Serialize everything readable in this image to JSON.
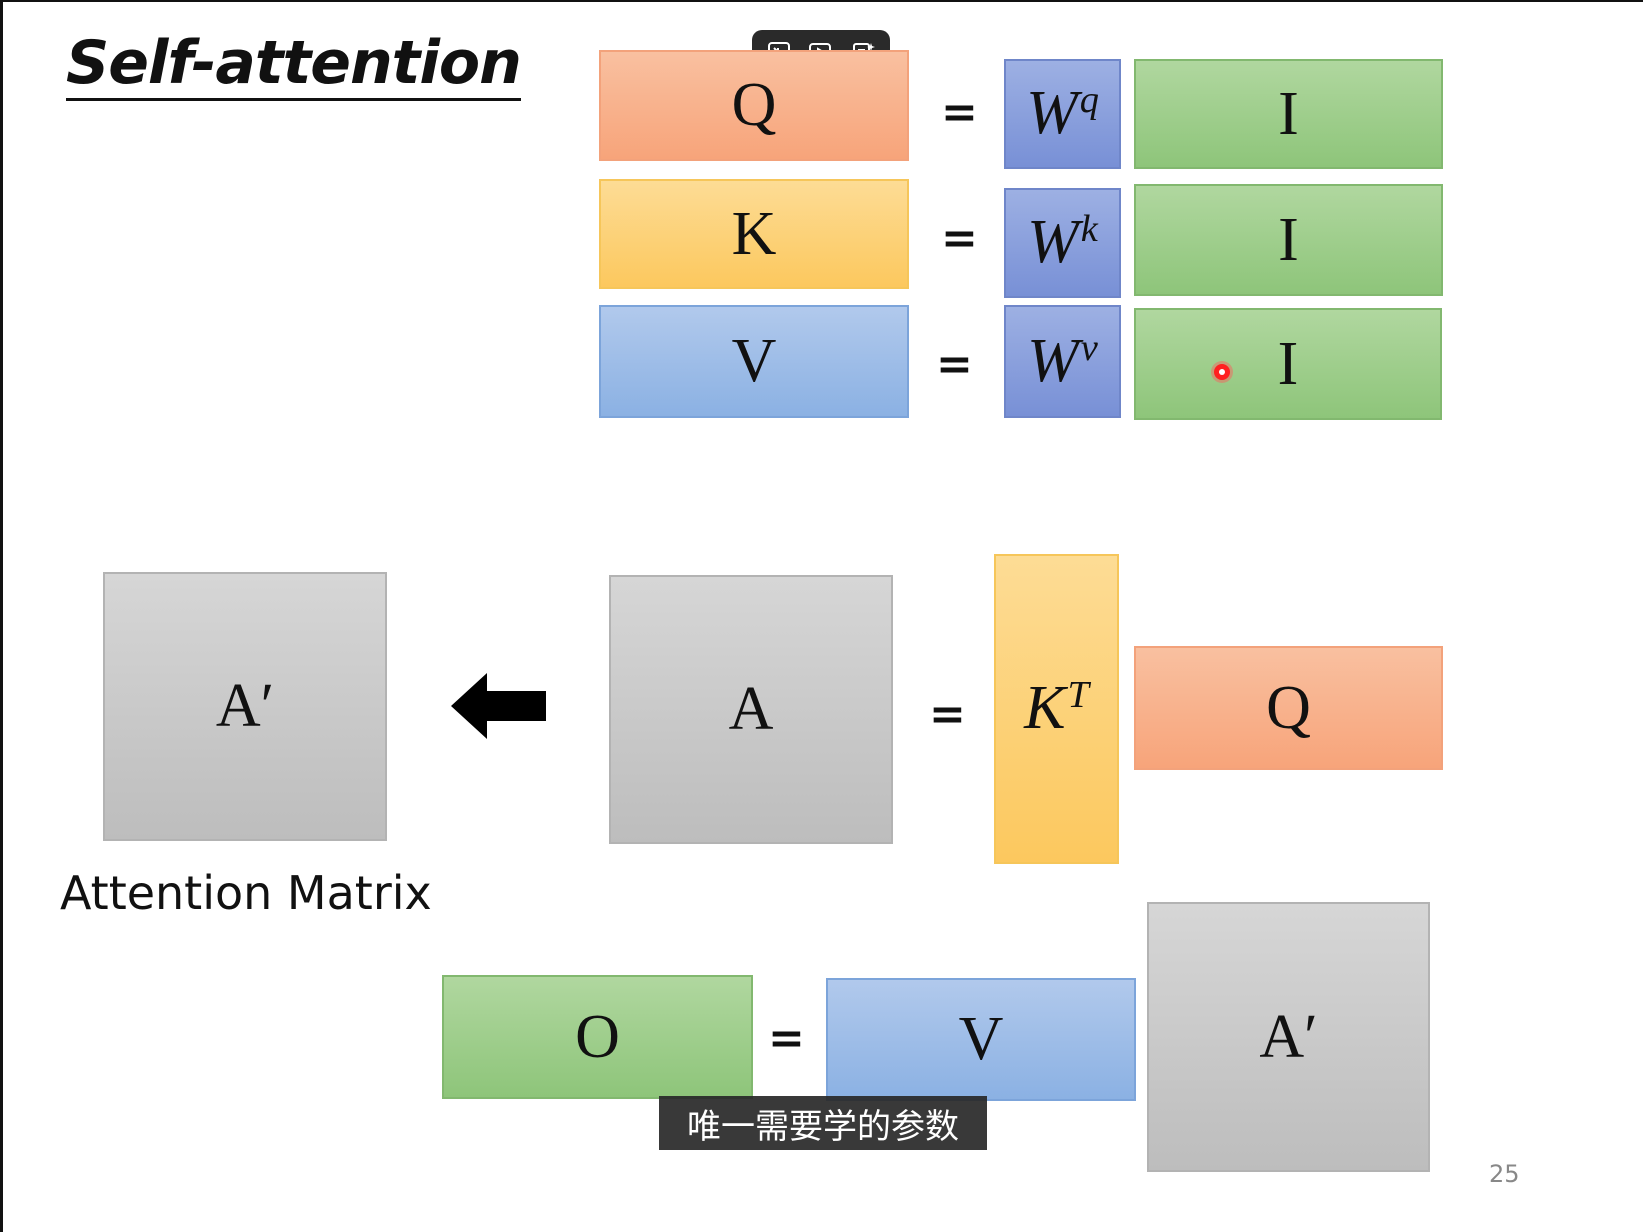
{
  "slide": {
    "title": "Self-attention",
    "caption": "Attention Matrix",
    "page_number": "25"
  },
  "toolbar": {
    "icons": [
      "exit-fullscreen-icon",
      "video-magic-icon",
      "document-ai-icon"
    ]
  },
  "equations": {
    "eq_sign": "=",
    "q_row": {
      "lhs": "Q",
      "w_base": "W",
      "w_sup": "q",
      "input": "I"
    },
    "k_row": {
      "lhs": "K",
      "w_base": "W",
      "w_sup": "k",
      "input": "I"
    },
    "v_row": {
      "lhs": "V",
      "w_base": "W",
      "w_sup": "v",
      "input": "I"
    },
    "attention": {
      "normalized": "A′",
      "raw": "A",
      "kt_base": "K",
      "kt_sup": "T",
      "query": "Q"
    },
    "output": {
      "lhs": "O",
      "value": "V",
      "attn": "A′"
    }
  },
  "subtitle": "唯一需要学的参数",
  "colors": {
    "query": "#f7a47a",
    "key": "#fcc85e",
    "value": "#8bb1e3",
    "weight": "#7890d6",
    "input": "#8ec57a",
    "attention": "#c8c8c8",
    "pointer": "#ff2020"
  }
}
